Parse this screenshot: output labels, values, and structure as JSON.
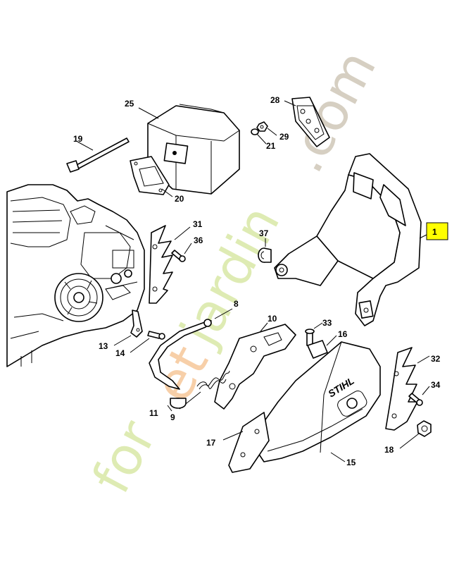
{
  "diagram": {
    "highlighted_label": "1",
    "part_labels": [
      {
        "id": "p1",
        "text": "1"
      },
      {
        "id": "p8",
        "text": "8"
      },
      {
        "id": "p9",
        "text": "9"
      },
      {
        "id": "p10",
        "text": "10"
      },
      {
        "id": "p11",
        "text": "11"
      },
      {
        "id": "p13",
        "text": "13"
      },
      {
        "id": "p14",
        "text": "14"
      },
      {
        "id": "p15",
        "text": "15"
      },
      {
        "id": "p16",
        "text": "16"
      },
      {
        "id": "p17",
        "text": "17"
      },
      {
        "id": "p18",
        "text": "18"
      },
      {
        "id": "p19",
        "text": "19"
      },
      {
        "id": "p20",
        "text": "20"
      },
      {
        "id": "p21",
        "text": "21"
      },
      {
        "id": "p25",
        "text": "25"
      },
      {
        "id": "p28",
        "text": "28"
      },
      {
        "id": "p29",
        "text": "29"
      },
      {
        "id": "p31",
        "text": "31"
      },
      {
        "id": "p32",
        "text": "32"
      },
      {
        "id": "p33",
        "text": "33"
      },
      {
        "id": "p34",
        "text": "34"
      },
      {
        "id": "p36",
        "text": "36"
      },
      {
        "id": "p37",
        "text": "37"
      }
    ],
    "brand_on_cover": "STIHL"
  },
  "watermark": {
    "part_green_1": "for",
    "part_orange": "et",
    "part_green_2": "jardin",
    "part_gray": ".com"
  },
  "colors": {
    "highlight": "#ffff00",
    "watermark_green": "#d9e8a6",
    "watermark_orange": "#f6c79a",
    "watermark_gray": "#cfc7b8"
  }
}
